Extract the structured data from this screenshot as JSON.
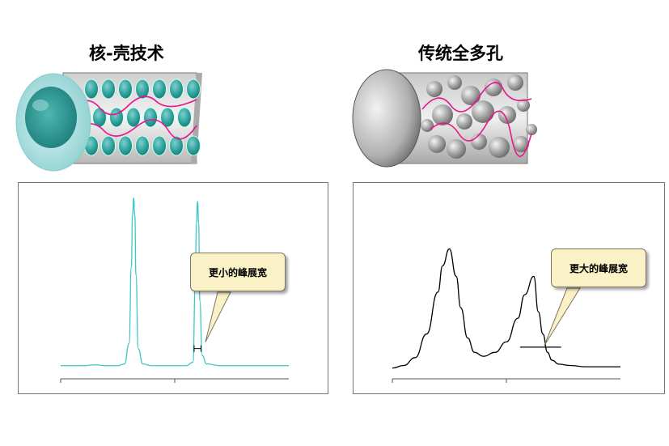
{
  "left_panel": {
    "title": "核-壳技术",
    "callout": "更小的峰展宽"
  },
  "right_panel": {
    "title": "传统全多孔",
    "callout": "更大的峰展宽"
  },
  "colors": {
    "core_shell_particle": "#3aa8a4",
    "tube_pore": "#d5eeee",
    "flow_path": "#e8168c",
    "porous_particle": "#9a9a9a",
    "trace_left": "#3cc8c4",
    "trace_right": "#000000",
    "callout_fill": "#fbf1c6"
  },
  "chart_data": [
    {
      "type": "line",
      "title": "",
      "xlabel": "",
      "ylabel": "",
      "x": [
        0,
        0.05,
        0.1,
        0.15,
        0.2,
        0.25,
        0.28,
        0.3,
        0.31,
        0.315,
        0.32,
        0.325,
        0.33,
        0.34,
        0.36,
        0.4,
        0.45,
        0.5,
        0.55,
        0.58,
        0.59,
        0.595,
        0.6,
        0.605,
        0.61,
        0.62,
        0.64,
        0.7,
        0.8,
        0.9,
        1.0
      ],
      "y": [
        0.02,
        0.02,
        0.02,
        0.025,
        0.02,
        0.02,
        0.03,
        0.15,
        0.6,
        0.9,
        1.0,
        0.9,
        0.55,
        0.12,
        0.03,
        0.02,
        0.02,
        0.02,
        0.02,
        0.04,
        0.5,
        0.85,
        0.98,
        0.85,
        0.4,
        0.08,
        0.03,
        0.02,
        0.02,
        0.02,
        0.02
      ],
      "xlim": [
        0,
        1
      ],
      "ylim": [
        0,
        1.05
      ]
    },
    {
      "type": "line",
      "title": "",
      "xlabel": "",
      "ylabel": "",
      "x": [
        0,
        0.05,
        0.1,
        0.15,
        0.2,
        0.22,
        0.25,
        0.28,
        0.3,
        0.33,
        0.36,
        0.4,
        0.45,
        0.5,
        0.55,
        0.58,
        0.62,
        0.64,
        0.66,
        0.68,
        0.7,
        0.73,
        0.78,
        0.85,
        1.0
      ],
      "y": [
        0.02,
        0.04,
        0.1,
        0.28,
        0.6,
        0.8,
        0.93,
        0.72,
        0.48,
        0.25,
        0.14,
        0.11,
        0.14,
        0.22,
        0.4,
        0.58,
        0.72,
        0.45,
        0.28,
        0.14,
        0.08,
        0.05,
        0.04,
        0.03,
        0.03
      ],
      "xlim": [
        0,
        1
      ],
      "ylim": [
        0,
        1.05
      ]
    }
  ]
}
